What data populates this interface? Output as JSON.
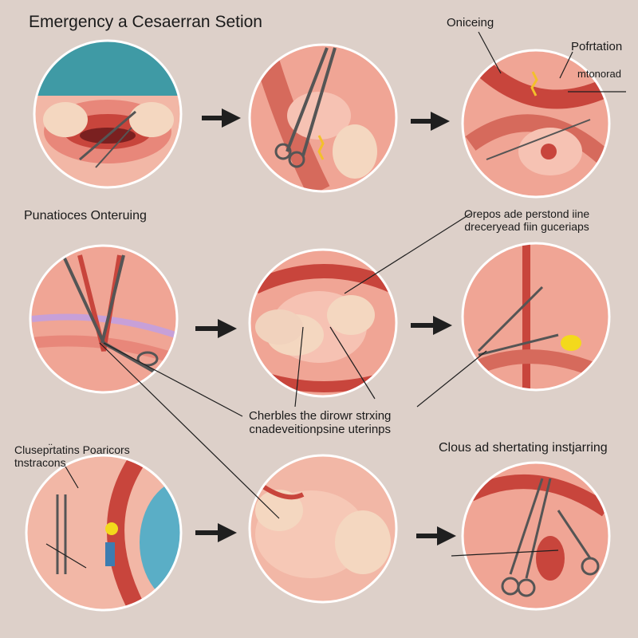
{
  "title": "Emergency a Cesaerran Setion",
  "labels": {
    "oniceing": "Oniceing",
    "pofrtation": "Pofrtation",
    "mtonorad": "mtonorad",
    "punatioces": "Punatioces Onteruing",
    "orepos_line1": "Orepos ade perstond iine",
    "orepos_line2": "dreceryead fiin guceriaps",
    "cherbles_line1": "Cherbles the dirowr strxing",
    "cherbles_line2": "cnadeveitionpsine uterinps",
    "clusep_line1": "Clusepr̈tatins Poaricors",
    "clusep_line2": "tnstracons",
    "clous": "Clous ad shertating instjarring"
  },
  "colors": {
    "background": "#ddd0c9",
    "tissue": "#efa08e",
    "tissue_light": "#f6c2b3",
    "tissue_dark": "#c8453c",
    "skin": "#f4d7c0",
    "drape": "#3f9aa5",
    "arrow": "#1f1f1f",
    "instrument": "#555555"
  }
}
